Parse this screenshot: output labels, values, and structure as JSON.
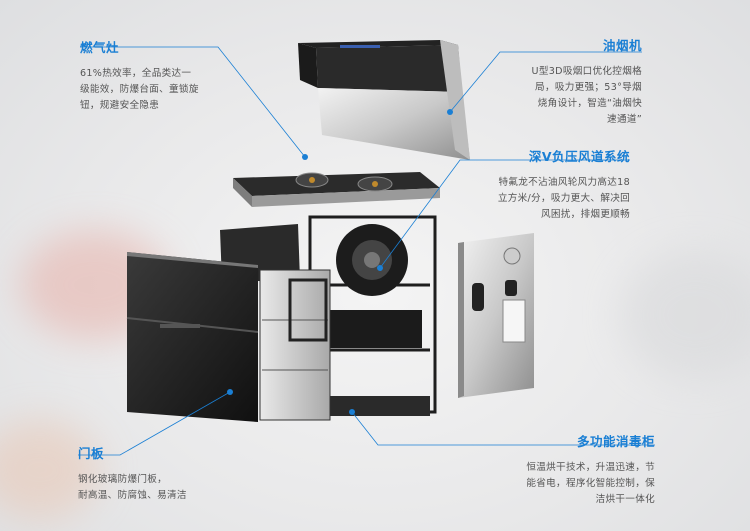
{
  "colors": {
    "accent": "#1a7fd4",
    "text": "#555555"
  },
  "callouts": {
    "gas_stove": {
      "title": "燃气灶",
      "desc": [
        "61%热效率，全品类达一",
        "级能效，防爆台面、童锁旋",
        "钮，规避安全隐患"
      ]
    },
    "range_hood": {
      "title": "油烟机",
      "desc": [
        "U型3D吸烟口优化控烟格",
        "局，吸力更强；53°导烟",
        "烧角设计，智造“油烟快",
        "速通道”"
      ]
    },
    "air_duct": {
      "title": "深V负压风道系统",
      "desc": [
        "特氟龙不沾油风轮风力高达18",
        "立方米/分，吸力更大、解决回",
        "风困扰，排烟更顺畅"
      ]
    },
    "door_panel": {
      "title": "门板",
      "desc": [
        "钢化玻璃防爆门板，",
        "耐高温、防腐蚀、易清洁"
      ]
    },
    "sterilizer": {
      "title": "多功能消毒柜",
      "desc": [
        "恒温烘干技术，升温迅速，节",
        "能省电，程序化智能控制，保",
        "洁烘干一体化"
      ]
    }
  }
}
